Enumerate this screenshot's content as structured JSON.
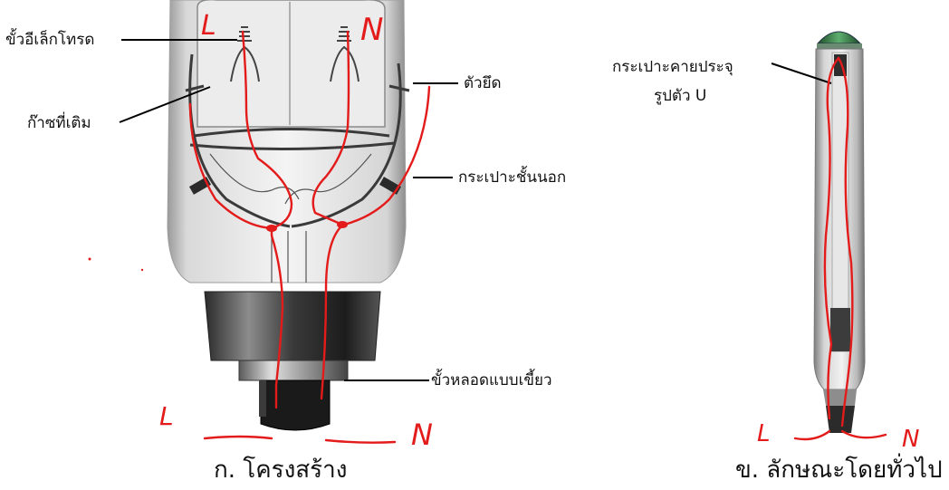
{
  "left_figure": {
    "labels": {
      "electrode": "ขั้วอีเล็กโทรด",
      "fill_gas": "ก๊าซที่เติม",
      "support": "ตัวยึด",
      "outer_bulb": "กระเปาะชั้นนอก",
      "bayonet_base": "ขั้วหลอดแบบเขี้ยว"
    },
    "caption": "ก. โครงสร้าง"
  },
  "right_figure": {
    "labels": {
      "discharge_tube_line1": "กระเปาะคายประจุ",
      "discharge_tube_line2": "รูปตัว U"
    },
    "caption": "ข. ลักษณะโดยทั่วไป"
  },
  "annotations": {
    "ink_color": "#e31b1b",
    "left_top_marks": [
      "L",
      "N"
    ],
    "left_bottom_marks": [
      "L",
      "N"
    ],
    "right_bottom_marks": [
      "L",
      "N"
    ]
  }
}
